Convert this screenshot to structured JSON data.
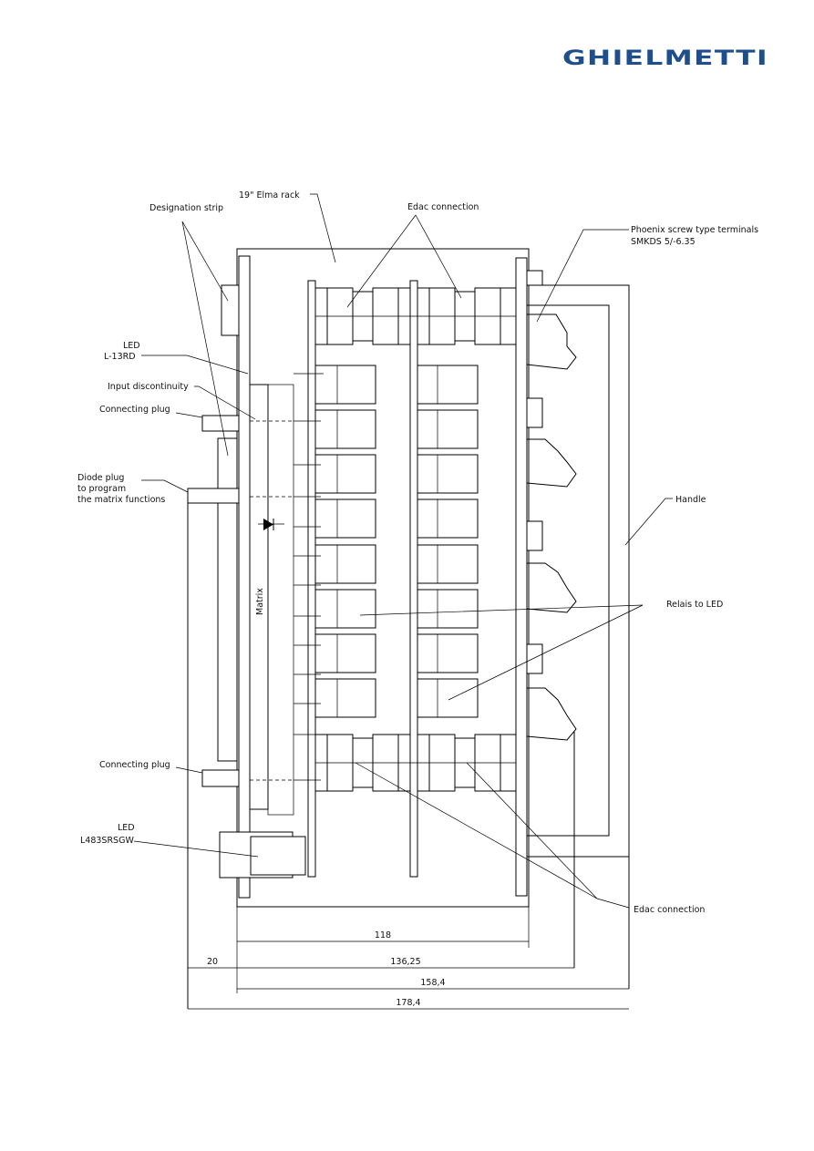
{
  "brand": {
    "logo_text": "GHIELMETTI",
    "color": "#1e4f8c"
  },
  "labels": {
    "elma_rack": "19\" Elma rack",
    "designation_strip": "Designation strip",
    "edac_top": "Edac connection",
    "phoenix_1": "Phoenix screw type terminals",
    "phoenix_2": "SMKDS 5/-6.35",
    "led1_1": "LED",
    "led1_2": "L-13RD",
    "input_discontinuity": "Input discontinuity",
    "connecting_plug_top": "Connecting plug",
    "diode_1": "Diode plug",
    "diode_2": "to program",
    "diode_3": "the matrix functions",
    "handle": "Handle",
    "relais": "Relais to LED",
    "matrix": "Matrix",
    "connecting_plug_bottom": "Connecting plug",
    "led2_1": "LED",
    "led2_2": "L483SRSGW",
    "edac_bottom": "Edac connection"
  },
  "dimensions": {
    "d118": "118",
    "d20": "20",
    "d136": "136,25",
    "d158": "158,4",
    "d178": "178,4"
  }
}
